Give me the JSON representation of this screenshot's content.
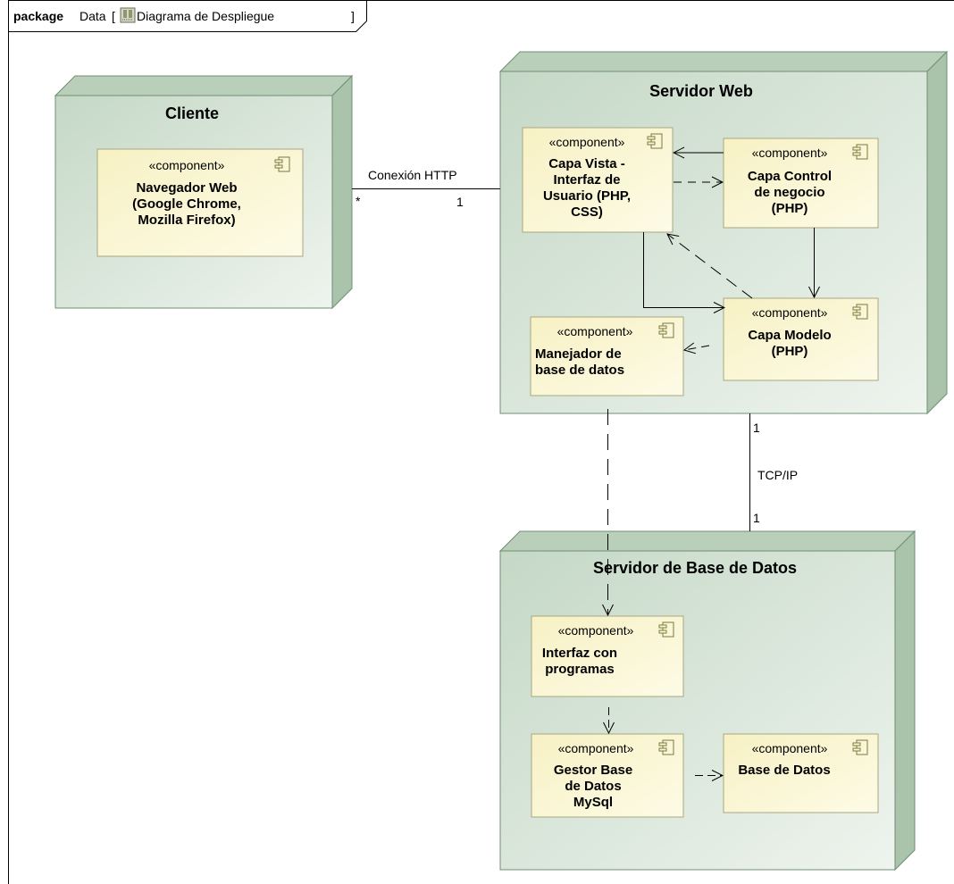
{
  "package": {
    "keyword": "package",
    "name": "Data",
    "bracket_open": "[",
    "diagram_icon": "deployment-diagram-icon",
    "diagram_name": "Diagrama de Despliegue",
    "bracket_close": "]"
  },
  "colors": {
    "node_fill": "#dbe7dc",
    "node_top": "#b6ccb6",
    "node_side": "#a9c2aa",
    "node_border": "#6f8f73",
    "component_fill": "#fbf8d2",
    "component_border": "#a8a880",
    "line": "#000000"
  },
  "stereotype": "«component»",
  "nodes": {
    "cliente": {
      "name": "Cliente"
    },
    "servidor_web": {
      "name": "Servidor Web"
    },
    "servidor_bd": {
      "name": "Servidor de Base de Datos"
    }
  },
  "components": {
    "navegador": {
      "lines": [
        "Navegador Web",
        "(Google Chrome,",
        "Mozilla Firefox)"
      ]
    },
    "capa_vista": {
      "lines": [
        "Capa Vista -",
        "Interfaz de",
        "Usuario (PHP,",
        "CSS)"
      ]
    },
    "capa_control": {
      "lines": [
        "Capa Control",
        "de negocio",
        "(PHP)"
      ]
    },
    "capa_modelo": {
      "lines": [
        "Capa Modelo",
        "(PHP)"
      ]
    },
    "manejador": {
      "lines": [
        "Manejador de",
        "base de datos"
      ]
    },
    "interfaz_programas": {
      "lines": [
        "Interfaz con",
        "programas"
      ]
    },
    "gestor": {
      "lines": [
        "Gestor Base",
        "de Datos",
        "MySql"
      ]
    },
    "base_datos": {
      "lines": [
        "Base de Datos"
      ]
    }
  },
  "connections": {
    "http": {
      "label": "Conexión HTTP",
      "mult_client": "*",
      "mult_server": "1"
    },
    "tcpip": {
      "label": "TCP/IP",
      "mult_web": "1",
      "mult_db": "1"
    }
  }
}
